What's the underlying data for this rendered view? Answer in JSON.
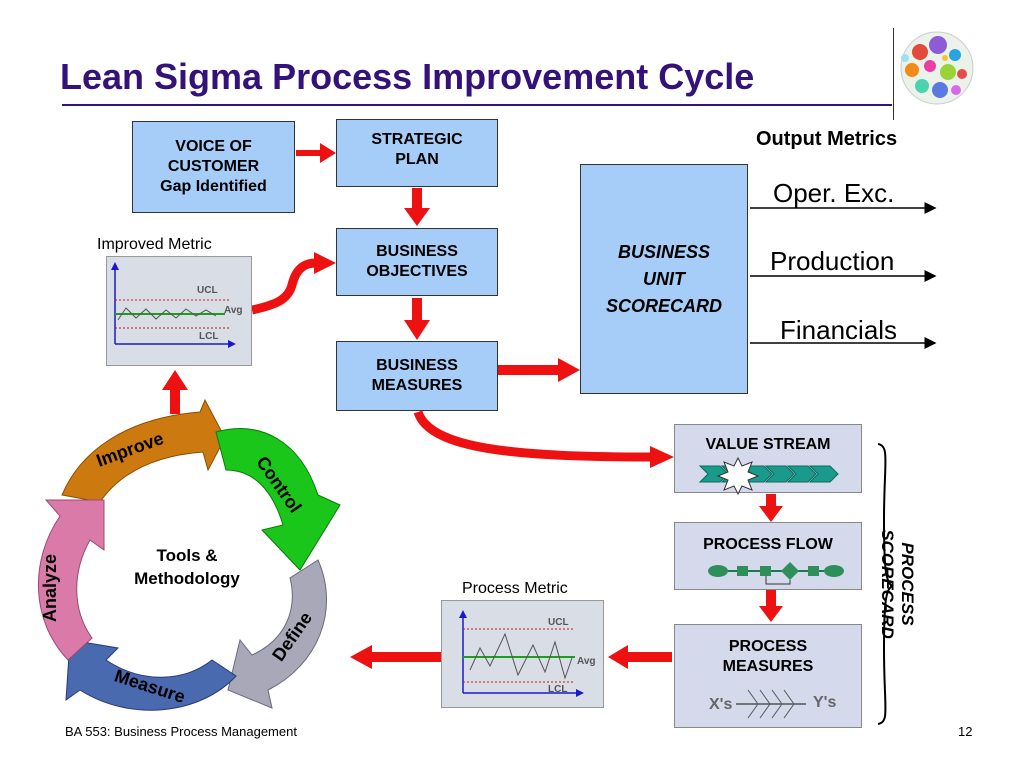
{
  "title": "Lean Sigma Process Improvement Cycle",
  "boxes": {
    "voice_of_customer": [
      "VOICE OF",
      "CUSTOMER",
      "Gap Identified"
    ],
    "strategic_plan": [
      "STRATEGIC",
      "PLAN"
    ],
    "business_objectives": [
      "BUSINESS",
      "OBJECTIVES"
    ],
    "business_measures": [
      "BUSINESS",
      "MEASURES"
    ],
    "scorecard": [
      "BUSINESS",
      "UNIT",
      "SCORECARD"
    ],
    "value_stream": "VALUE STREAM",
    "process_flow": "PROCESS FLOW",
    "process_measures": [
      "PROCESS",
      "MEASURES"
    ],
    "xs": "X's",
    "ys": "Y's"
  },
  "output_metrics": {
    "heading": "Output Metrics",
    "items": [
      "Oper. Exc.",
      "Production",
      "Financials"
    ]
  },
  "improved_metric": {
    "label": "Improved Metric",
    "ucl": "UCL",
    "avg": "Avg",
    "lcl": "LCL"
  },
  "process_metric": {
    "label": "Process Metric",
    "ucl": "UCL",
    "avg": "Avg",
    "lcl": "LCL"
  },
  "process_scorecard": [
    "PROCESS",
    "SCORECARD"
  ],
  "cycle": {
    "center": [
      "Tools &",
      "Methodology"
    ],
    "phases": [
      "Improve",
      "Control",
      "Define",
      "Measure",
      "Analyze"
    ]
  },
  "footer": {
    "course": "BA 553: Business Process Management",
    "page": "12"
  },
  "colors": {
    "title": "#33127a",
    "box_blue": "#a5cdf7",
    "box_gray": "#d4d9ec",
    "arrow_red": "#ee1111",
    "improve": "#cc7a10",
    "control": "#1bc61b",
    "define": "#a8a8b8",
    "measure": "#4a6ab0",
    "analyze": "#d97aa8",
    "value_stream_green": "#1a9a8a"
  }
}
